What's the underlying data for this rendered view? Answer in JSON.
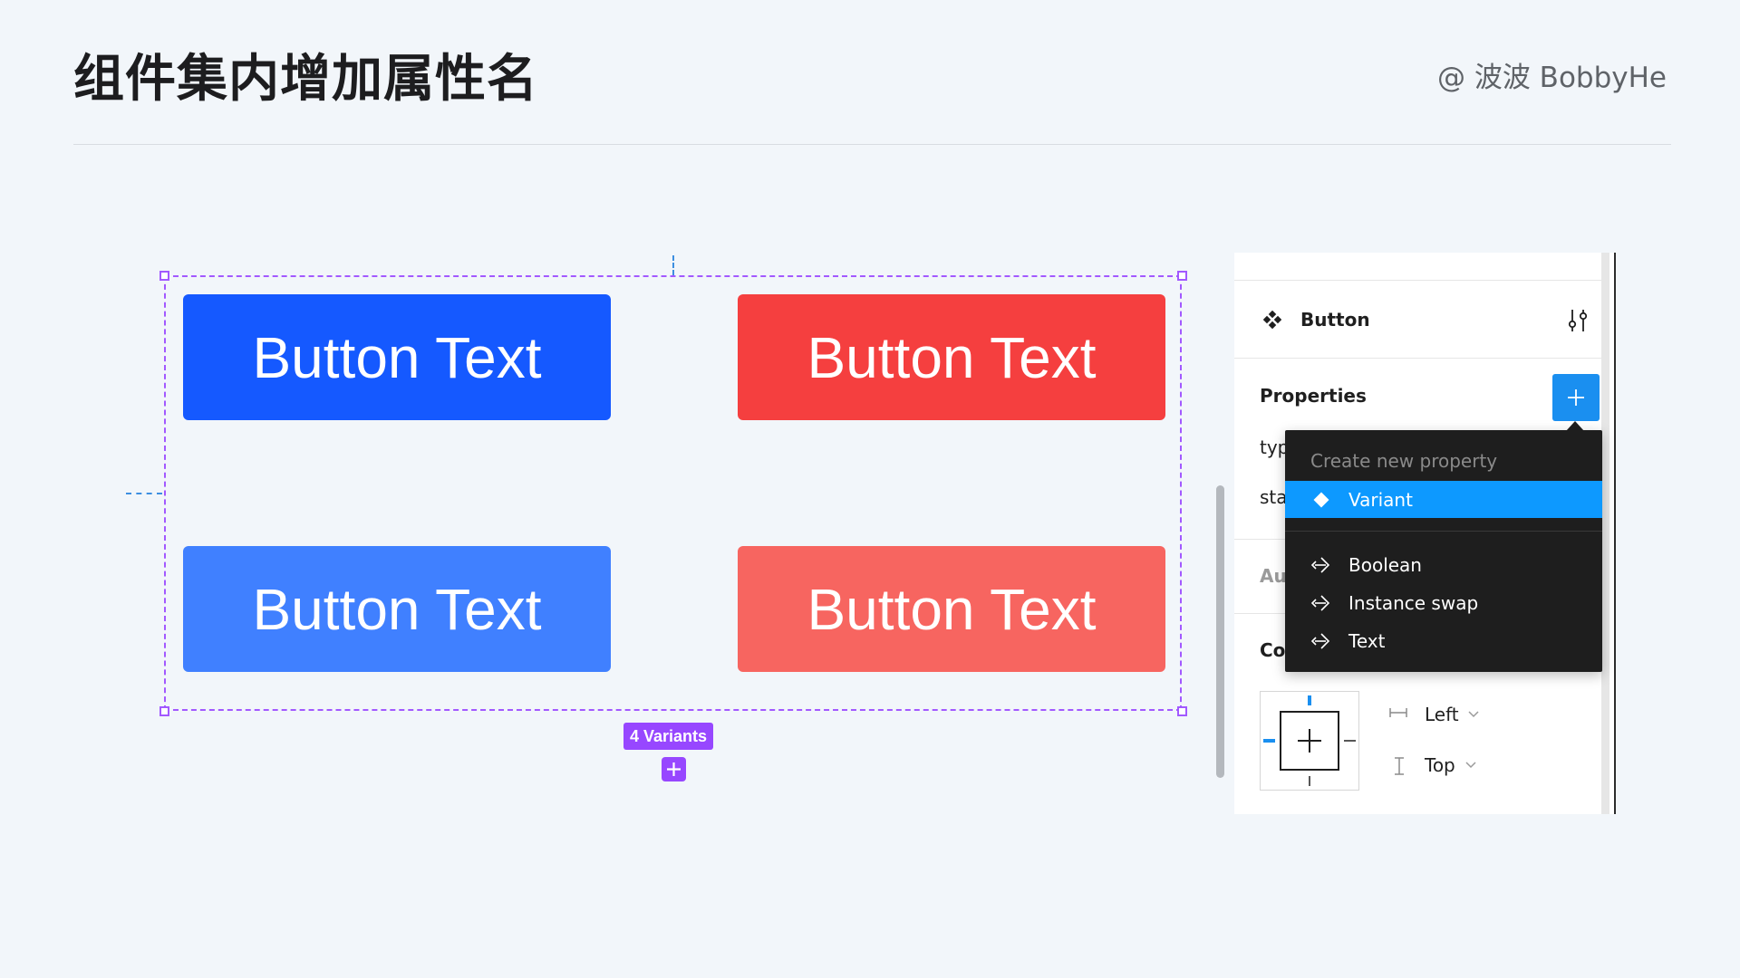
{
  "slide": {
    "title": "组件集内增加属性名",
    "author": "@ 波波 BobbyHe"
  },
  "canvas": {
    "buttons": [
      {
        "label": "Button Text",
        "color": "#1559ff"
      },
      {
        "label": "Button Text",
        "color": "#f53f3f"
      },
      {
        "label": "Button Text",
        "color": "#4080ff"
      },
      {
        "label": "Button Text",
        "color": "#f76560"
      }
    ],
    "variants_badge": "4 Variants",
    "selection_color": "#a259ff"
  },
  "panel": {
    "component_name": "Button",
    "properties_label": "Properties",
    "prop_rows": [
      "typ",
      "sta"
    ],
    "section_auto": "Au",
    "section_constraints": "Co",
    "constraint_h": "Left",
    "constraint_v": "Top"
  },
  "dropdown": {
    "header": "Create new property",
    "items": [
      {
        "label": "Variant",
        "icon": "diamond-icon",
        "selected": true
      },
      {
        "label": "Boolean",
        "icon": "property-arrow-icon",
        "selected": false
      },
      {
        "label": "Instance swap",
        "icon": "property-arrow-icon",
        "selected": false
      },
      {
        "label": "Text",
        "icon": "property-arrow-icon",
        "selected": false
      }
    ],
    "highlight_color": "#0d99ff"
  }
}
